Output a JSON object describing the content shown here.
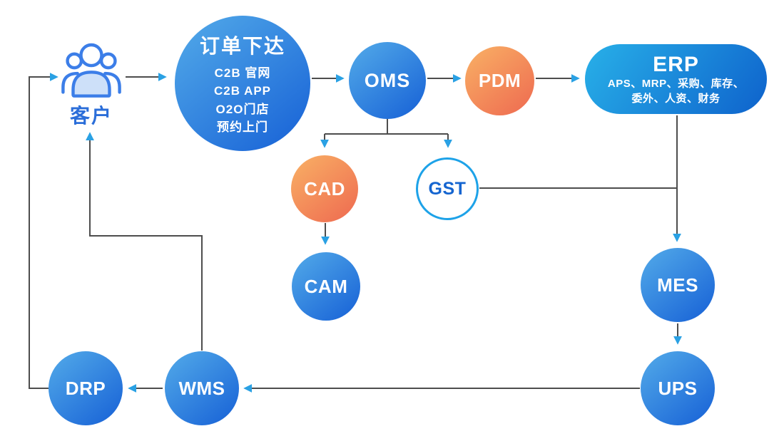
{
  "nodes": {
    "customer": {
      "label": "客户"
    },
    "order": {
      "title": "订单下达",
      "lines": [
        "C2B 官网",
        "C2B APP",
        "O2O门店",
        "预约上门"
      ]
    },
    "oms": {
      "label": "OMS"
    },
    "pdm": {
      "label": "PDM"
    },
    "erp": {
      "title": "ERP",
      "lines": [
        "APS、MRP、采购、库存、",
        "委外、人资、财务"
      ]
    },
    "cad": {
      "label": "CAD"
    },
    "gst": {
      "label": "GST"
    },
    "cam": {
      "label": "CAM"
    },
    "mes": {
      "label": "MES"
    },
    "ups": {
      "label": "UPS"
    },
    "wms": {
      "label": "WMS"
    },
    "drp": {
      "label": "DRP"
    }
  },
  "edges": [
    {
      "from": "customer",
      "to": "order"
    },
    {
      "from": "order",
      "to": "oms"
    },
    {
      "from": "oms",
      "to": "pdm"
    },
    {
      "from": "pdm",
      "to": "erp"
    },
    {
      "from": "oms",
      "to": "cad"
    },
    {
      "from": "oms",
      "to": "gst"
    },
    {
      "from": "cad",
      "to": "cam"
    },
    {
      "from": "gst",
      "to": "mes"
    },
    {
      "from": "erp",
      "to": "mes"
    },
    {
      "from": "mes",
      "to": "ups"
    },
    {
      "from": "ups",
      "to": "wms"
    },
    {
      "from": "wms",
      "to": "drp"
    },
    {
      "from": "drp",
      "to": "customer"
    },
    {
      "from": "wms",
      "to": "customer"
    }
  ],
  "colors": {
    "node_blue_light": "#53abe9",
    "node_blue_dark": "#1660d6",
    "node_orange_light": "#f9b165",
    "node_orange_dark": "#ee6950",
    "erp_light": "#28b0e8",
    "erp_dark": "#0e62cc",
    "gst_border": "#1da2e8",
    "gst_text": "#1565d0",
    "connector_line": "#4d4d4d",
    "arrowhead": "#2aa1e4",
    "customer_text": "#2b6ed9",
    "customer_icon_stroke": "#3c7ee8",
    "customer_icon_fill": "#cde0f9"
  }
}
